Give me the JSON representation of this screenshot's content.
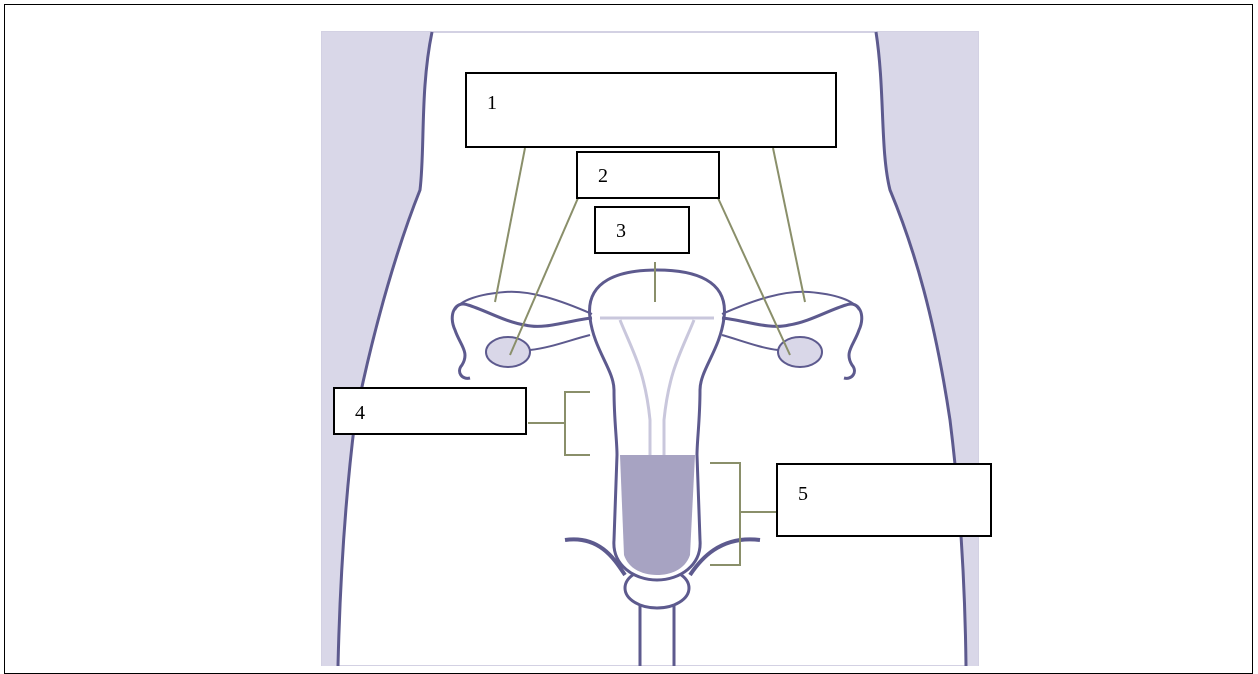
{
  "labels": [
    {
      "id": "1",
      "text": "1"
    },
    {
      "id": "2",
      "text": "2"
    },
    {
      "id": "3",
      "text": "3"
    },
    {
      "id": "4",
      "text": "4"
    },
    {
      "id": "5",
      "text": "5"
    }
  ],
  "colors": {
    "outline": "#5d5a8e",
    "fill": "#d9d7e8",
    "cavity": "#a7a3c2",
    "leader": "#8a8f6a"
  }
}
